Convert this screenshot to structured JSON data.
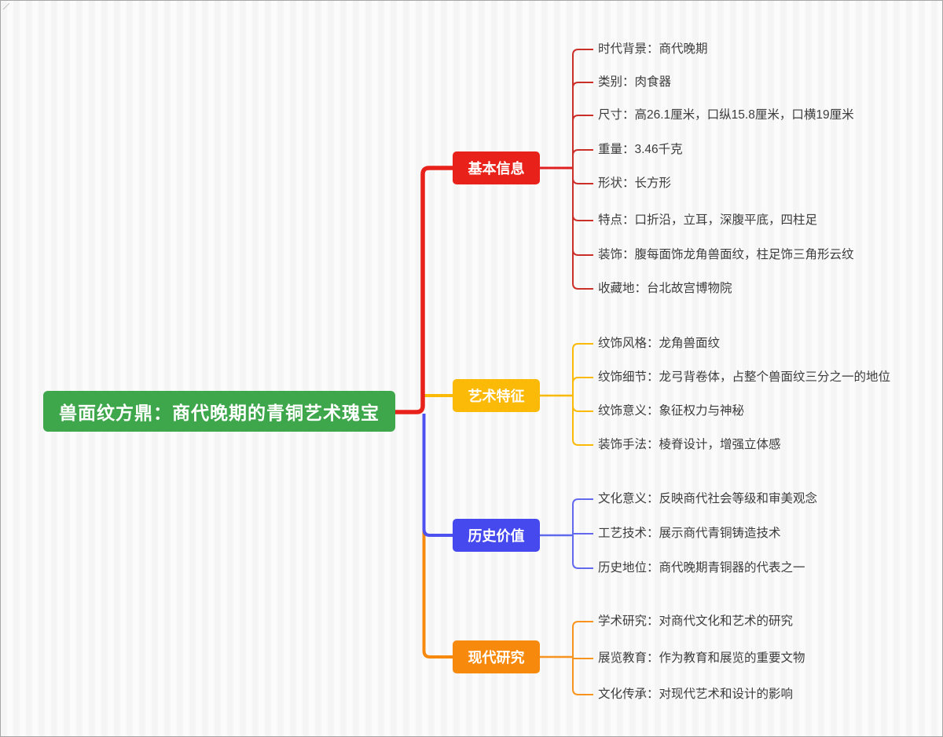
{
  "root": {
    "title": "兽面纹方鼎：商代晚期的青铜艺术瑰宝",
    "color": "#3EA64B"
  },
  "branches": [
    {
      "label": "基本信息",
      "color": "#E8221B",
      "line_color": "#CA3028",
      "leaves": [
        "时代背景：商代晚期",
        "类别：肉食器",
        "尺寸：高26.1厘米，口纵15.8厘米，口横19厘米",
        "重量：3.46千克",
        "形状：长方形",
        "特点：口折沿，立耳，深腹平底，四柱足",
        "装饰：腹每面饰龙角兽面纹，柱足饰三角形云纹",
        "收藏地：台北故宫博物院"
      ]
    },
    {
      "label": "艺术特征",
      "color": "#FBBA07",
      "line_color": "#FBBA07",
      "leaves": [
        "纹饰风格：龙角兽面纹",
        "纹饰细节：龙弓背卷体，占整个兽面纹三分之一的地位",
        "纹饰意义：象征权力与神秘",
        "装饰手法：棱脊设计，增强立体感"
      ]
    },
    {
      "label": "历史价值",
      "color": "#4649EE",
      "line_color": "#6169EF",
      "leaves": [
        "文化意义：反映商代社会等级和审美观念",
        "工艺技术：展示商代青铜铸造技术",
        "历史地位：商代晚期青铜器的代表之一"
      ]
    },
    {
      "label": "现代研究",
      "color": "#F78A0D",
      "line_color": "#F7941E",
      "leaves": [
        "学术研究：对商代文化和艺术的研究",
        "展览教育：作为教育和展览的重要文物",
        "文化传承：对现代艺术和设计的影响"
      ]
    }
  ],
  "leaf_text_color": "#3C3C3C"
}
